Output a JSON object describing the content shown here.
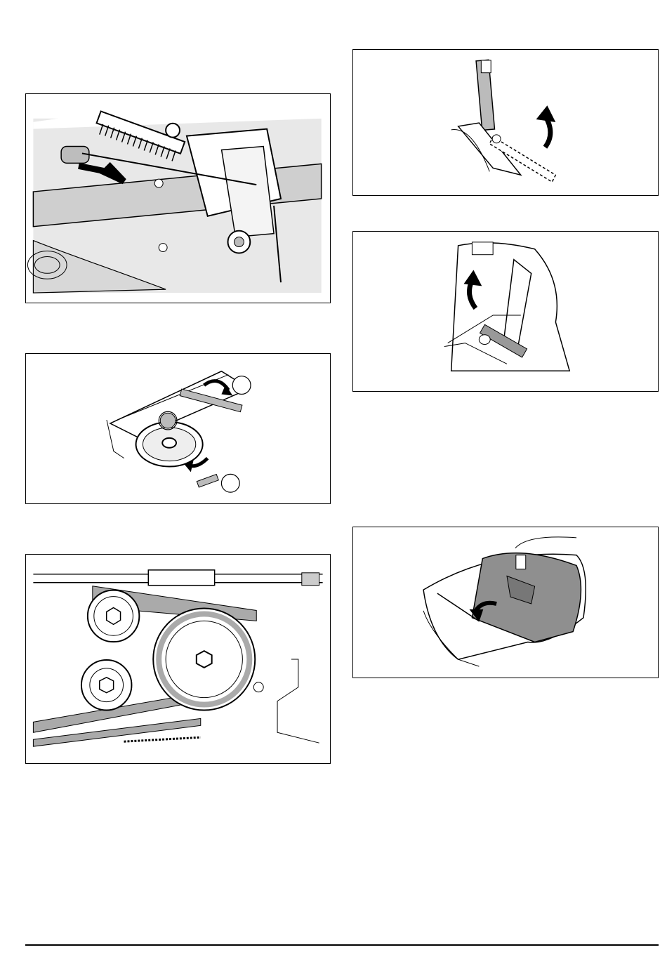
{
  "page": {
    "figures": [
      {
        "id": "fig1",
        "subject": "deck-lever-spring-mechanism"
      },
      {
        "id": "fig2",
        "subject": "pulley-with-numbered-callouts",
        "callouts": [
          "",
          "",
          ""
        ]
      },
      {
        "id": "fig3",
        "subject": "belt-and-pulleys"
      },
      {
        "id": "fig4",
        "subject": "lever-raise"
      },
      {
        "id": "fig5",
        "subject": "pin-lever-raise"
      },
      {
        "id": "fig6",
        "subject": "cover-removal"
      }
    ]
  }
}
